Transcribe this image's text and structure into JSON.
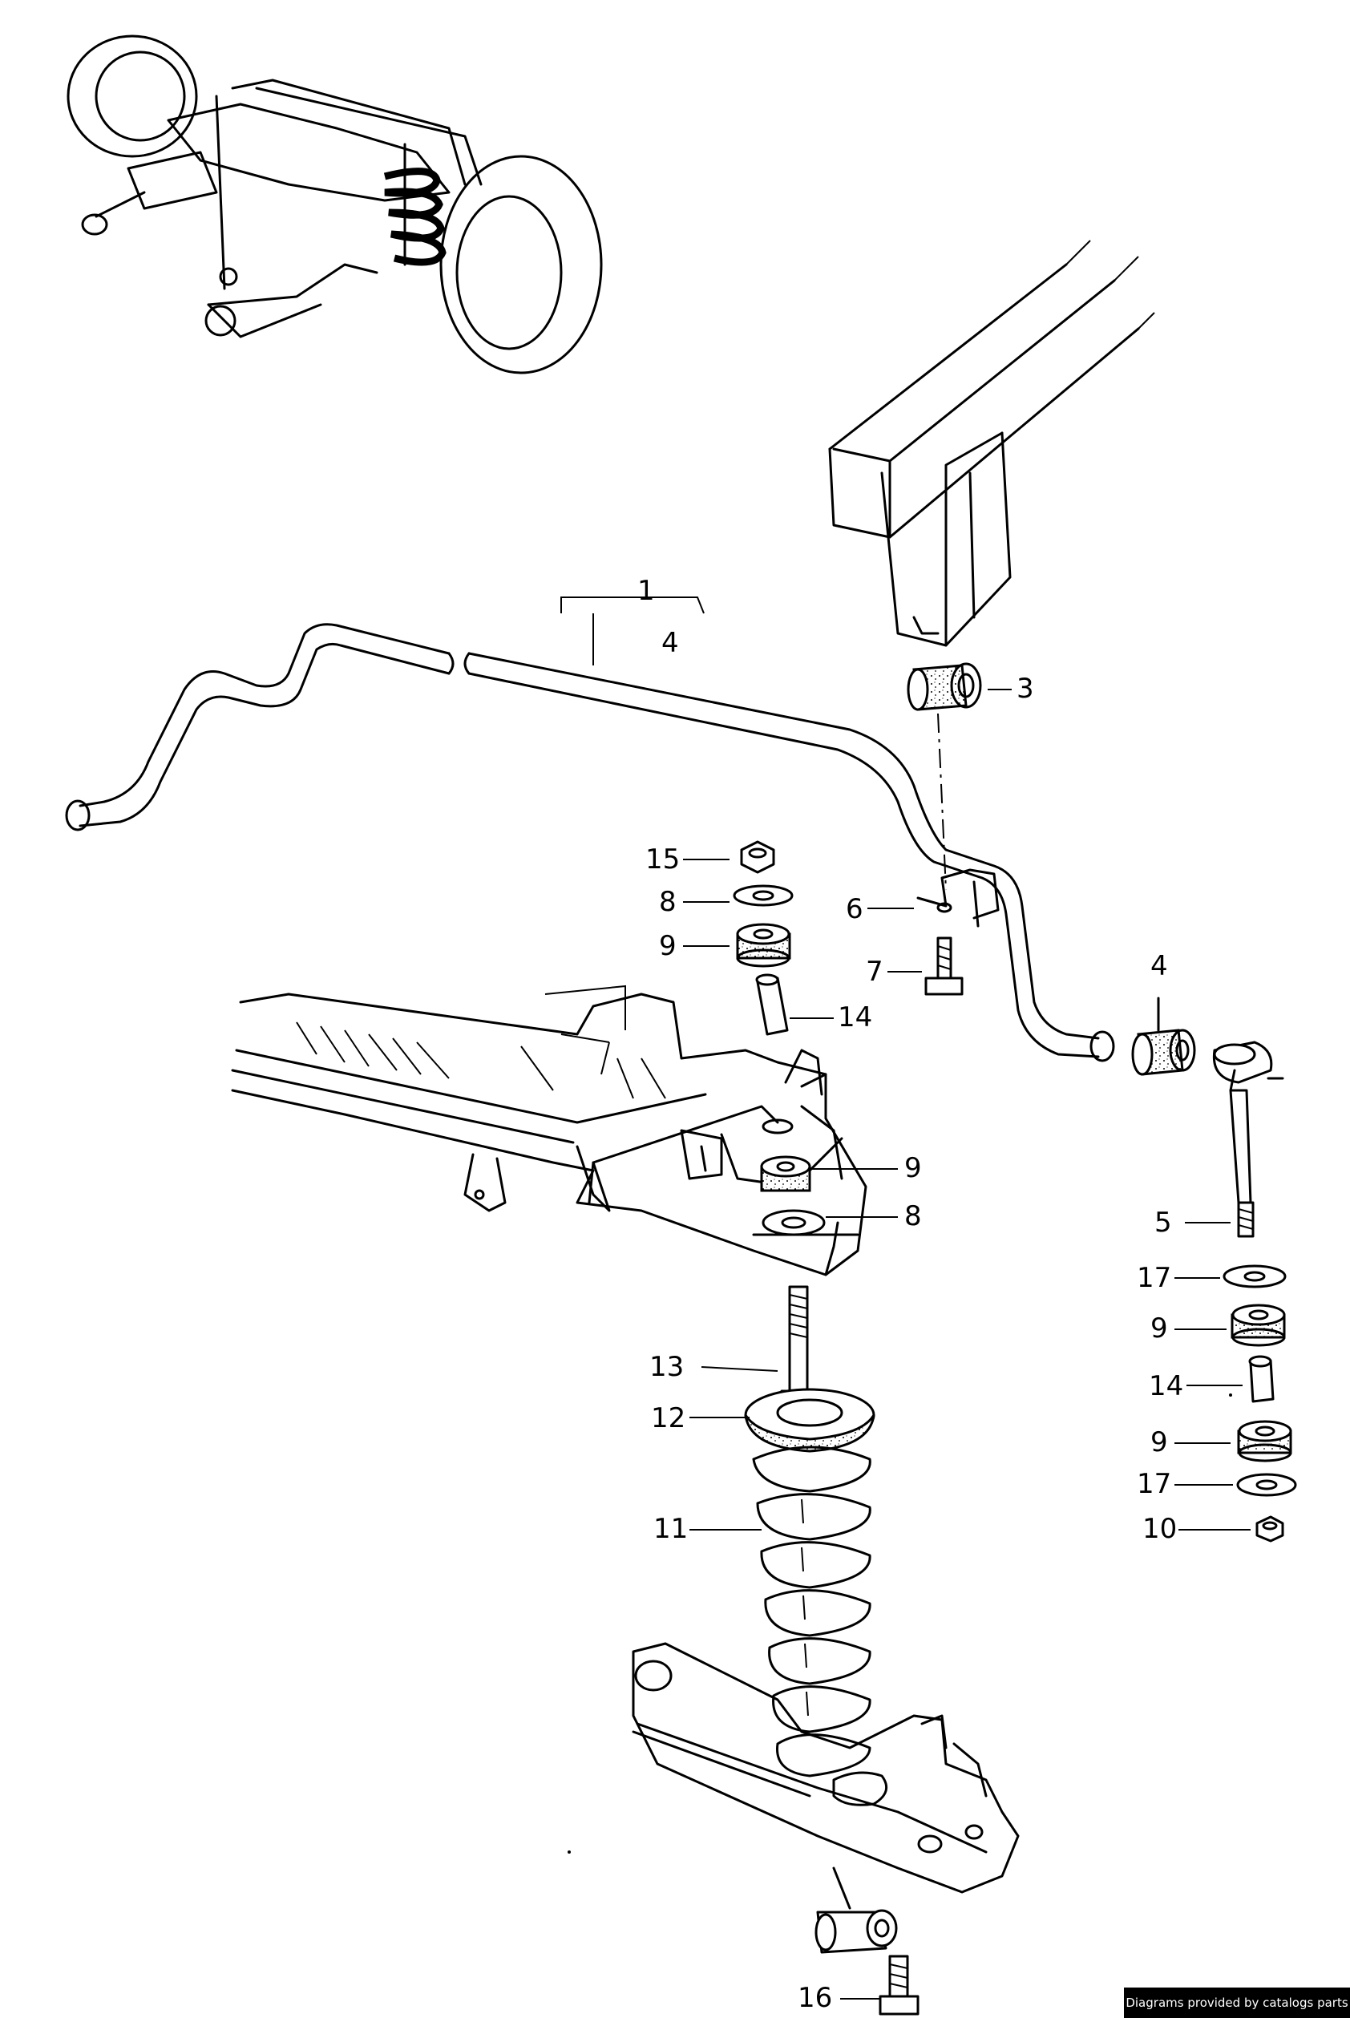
{
  "callouts": [
    {
      "id": "1",
      "text": "1"
    },
    {
      "id": "4a",
      "text": "4"
    },
    {
      "id": "3",
      "text": "3"
    },
    {
      "id": "15",
      "text": "15"
    },
    {
      "id": "8a",
      "text": "8"
    },
    {
      "id": "9a",
      "text": "9"
    },
    {
      "id": "6",
      "text": "6"
    },
    {
      "id": "7",
      "text": "7"
    },
    {
      "id": "14a",
      "text": "14"
    },
    {
      "id": "4b",
      "text": "4"
    },
    {
      "id": "9b",
      "text": "9"
    },
    {
      "id": "8b",
      "text": "8"
    },
    {
      "id": "5",
      "text": "5"
    },
    {
      "id": "17a",
      "text": "17"
    },
    {
      "id": "9c",
      "text": "9"
    },
    {
      "id": "13",
      "text": "13"
    },
    {
      "id": "14b",
      "text": "14"
    },
    {
      "id": "12",
      "text": "12"
    },
    {
      "id": "9d",
      "text": "9"
    },
    {
      "id": "17b",
      "text": "17"
    },
    {
      "id": "11",
      "text": "11"
    },
    {
      "id": "10",
      "text": "10"
    },
    {
      "id": "16",
      "text": "16"
    }
  ],
  "credit": "Diagrams provided by catalogs parts"
}
